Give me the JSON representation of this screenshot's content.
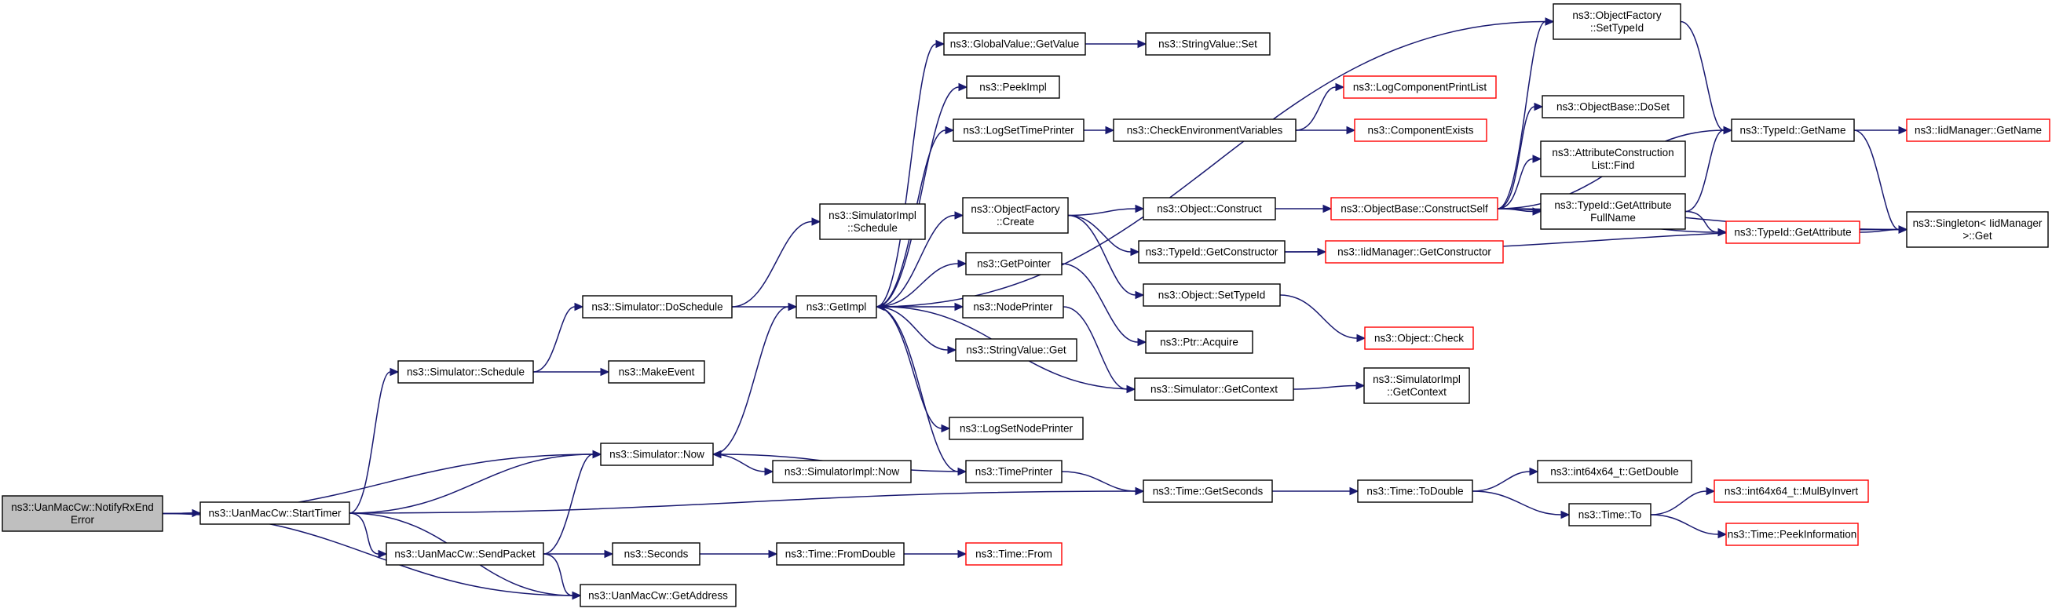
{
  "colors": {
    "edge": "#191970",
    "root_fill": "#bfbfbf",
    "truncated_border": "#ff0000",
    "node_border": "#000000"
  },
  "nodes": [
    {
      "id": "root",
      "lines": [
        "ns3::UanMacCw::NotifyRxEnd",
        "Error"
      ],
      "style": "root"
    },
    {
      "id": "starttimer",
      "lines": [
        "ns3::UanMacCw::StartTimer"
      ],
      "style": "normal"
    },
    {
      "id": "schedule",
      "lines": [
        "ns3::Simulator::Schedule"
      ],
      "style": "normal"
    },
    {
      "id": "now",
      "lines": [
        "ns3::Simulator::Now"
      ],
      "style": "normal"
    },
    {
      "id": "sendpacket",
      "lines": [
        "ns3::UanMacCw::SendPacket"
      ],
      "style": "normal"
    },
    {
      "id": "getaddress",
      "lines": [
        "ns3::UanMacCw::GetAddress"
      ],
      "style": "normal"
    },
    {
      "id": "doschedule",
      "lines": [
        "ns3::Simulator::DoSchedule"
      ],
      "style": "normal"
    },
    {
      "id": "makeevent",
      "lines": [
        "ns3::MakeEvent"
      ],
      "style": "normal"
    },
    {
      "id": "simimplnow",
      "lines": [
        "ns3::SimulatorImpl::Now"
      ],
      "style": "normal"
    },
    {
      "id": "seconds",
      "lines": [
        "ns3::Seconds"
      ],
      "style": "normal"
    },
    {
      "id": "simimplschedule",
      "lines": [
        "ns3::SimulatorImpl",
        "::Schedule"
      ],
      "style": "normal"
    },
    {
      "id": "getimpl",
      "lines": [
        "ns3::GetImpl"
      ],
      "style": "normal"
    },
    {
      "id": "fromdouble",
      "lines": [
        "ns3::Time::FromDouble"
      ],
      "style": "normal"
    },
    {
      "id": "timefrom",
      "lines": [
        "ns3::Time::From"
      ],
      "style": "truncated"
    },
    {
      "id": "gvgetvalue",
      "lines": [
        "ns3::GlobalValue::GetValue"
      ],
      "style": "normal"
    },
    {
      "id": "peekimpl",
      "lines": [
        "ns3::PeekImpl"
      ],
      "style": "normal"
    },
    {
      "id": "logsettimeprinter",
      "lines": [
        "ns3::LogSetTimePrinter"
      ],
      "style": "normal"
    },
    {
      "id": "ofcreate",
      "lines": [
        "ns3::ObjectFactory",
        "::Create"
      ],
      "style": "normal"
    },
    {
      "id": "getpointer",
      "lines": [
        "ns3::GetPointer"
      ],
      "style": "normal"
    },
    {
      "id": "nodeprinter",
      "lines": [
        "ns3::NodePrinter"
      ],
      "style": "normal"
    },
    {
      "id": "svget",
      "lines": [
        "ns3::StringValue::Get"
      ],
      "style": "normal"
    },
    {
      "id": "logsetnodeprinter",
      "lines": [
        "ns3::LogSetNodePrinter"
      ],
      "style": "normal"
    },
    {
      "id": "timeprinter",
      "lines": [
        "ns3::TimePrinter"
      ],
      "style": "normal"
    },
    {
      "id": "svset",
      "lines": [
        "ns3::StringValue::Set"
      ],
      "style": "normal"
    },
    {
      "id": "checkenv",
      "lines": [
        "ns3::CheckEnvironmentVariables"
      ],
      "style": "normal"
    },
    {
      "id": "objconstruct",
      "lines": [
        "ns3::Object::Construct"
      ],
      "style": "normal"
    },
    {
      "id": "tidgetconstructor",
      "lines": [
        "ns3::TypeId::GetConstructor"
      ],
      "style": "normal"
    },
    {
      "id": "objsettypeid",
      "lines": [
        "ns3::Object::SetTypeId"
      ],
      "style": "normal"
    },
    {
      "id": "ptracquire",
      "lines": [
        "ns3::Ptr::Acquire"
      ],
      "style": "normal"
    },
    {
      "id": "simgetcontext",
      "lines": [
        "ns3::Simulator::GetContext"
      ],
      "style": "normal"
    },
    {
      "id": "gettimeseconds",
      "lines": [
        "ns3::Time::GetSeconds"
      ],
      "style": "normal"
    },
    {
      "id": "logcomplist",
      "lines": [
        "ns3::LogComponentPrintList"
      ],
      "style": "truncated"
    },
    {
      "id": "compexists",
      "lines": [
        "ns3::ComponentExists"
      ],
      "style": "truncated"
    },
    {
      "id": "obconstructself",
      "lines": [
        "ns3::ObjectBase::ConstructSelf"
      ],
      "style": "truncated"
    },
    {
      "id": "iidgetconstructor",
      "lines": [
        "ns3::IidManager::GetConstructor"
      ],
      "style": "truncated"
    },
    {
      "id": "objcheck",
      "lines": [
        "ns3::Object::Check"
      ],
      "style": "truncated"
    },
    {
      "id": "simimplgetcontext",
      "lines": [
        "ns3::SimulatorImpl",
        "::GetContext"
      ],
      "style": "normal"
    },
    {
      "id": "todouble",
      "lines": [
        "ns3::Time::ToDouble"
      ],
      "style": "normal"
    },
    {
      "id": "ofsettypeid",
      "lines": [
        "ns3::ObjectFactory",
        "::SetTypeId"
      ],
      "style": "normal"
    },
    {
      "id": "obdoset",
      "lines": [
        "ns3::ObjectBase::DoSet"
      ],
      "style": "normal"
    },
    {
      "id": "aclfind",
      "lines": [
        "ns3::AttributeConstruction",
        "List::Find"
      ],
      "style": "normal"
    },
    {
      "id": "tidgetattrfullname",
      "lines": [
        "ns3::TypeId::GetAttribute",
        "FullName"
      ],
      "style": "normal"
    },
    {
      "id": "i64getdouble",
      "lines": [
        "ns3::int64x64_t::GetDouble"
      ],
      "style": "normal"
    },
    {
      "id": "timeto",
      "lines": [
        "ns3::Time::To"
      ],
      "style": "normal"
    },
    {
      "id": "tidgetname",
      "lines": [
        "ns3::TypeId::GetName"
      ],
      "style": "normal"
    },
    {
      "id": "tidgetattribute",
      "lines": [
        "ns3::TypeId::GetAttribute"
      ],
      "style": "truncated"
    },
    {
      "id": "i64mulbyinvert",
      "lines": [
        "ns3::int64x64_t::MulByInvert"
      ],
      "style": "truncated"
    },
    {
      "id": "peekinfo",
      "lines": [
        "ns3::Time::PeekInformation"
      ],
      "style": "truncated"
    },
    {
      "id": "iidgetname",
      "lines": [
        "ns3::IidManager::GetName"
      ],
      "style": "truncated"
    },
    {
      "id": "singletonget",
      "lines": [
        "ns3::Singleton< IidManager",
        ">::Get"
      ],
      "style": "normal"
    }
  ],
  "edges": [
    [
      "root",
      "starttimer"
    ],
    [
      "root",
      "now"
    ],
    [
      "root",
      "getaddress"
    ],
    [
      "starttimer",
      "schedule"
    ],
    [
      "starttimer",
      "now"
    ],
    [
      "starttimer",
      "sendpacket"
    ],
    [
      "starttimer",
      "getaddress"
    ],
    [
      "starttimer",
      "gettimeseconds"
    ],
    [
      "schedule",
      "doschedule"
    ],
    [
      "schedule",
      "makeevent"
    ],
    [
      "now",
      "getimpl"
    ],
    [
      "now",
      "simimplnow"
    ],
    [
      "sendpacket",
      "now"
    ],
    [
      "sendpacket",
      "getaddress"
    ],
    [
      "sendpacket",
      "seconds"
    ],
    [
      "doschedule",
      "simimplschedule"
    ],
    [
      "doschedule",
      "getimpl"
    ],
    [
      "seconds",
      "fromdouble"
    ],
    [
      "fromdouble",
      "timefrom"
    ],
    [
      "getimpl",
      "gvgetvalue"
    ],
    [
      "getimpl",
      "peekimpl"
    ],
    [
      "getimpl",
      "logsettimeprinter"
    ],
    [
      "getimpl",
      "ofcreate"
    ],
    [
      "getimpl",
      "getpointer"
    ],
    [
      "getimpl",
      "nodeprinter"
    ],
    [
      "getimpl",
      "svget"
    ],
    [
      "getimpl",
      "logsetnodeprinter"
    ],
    [
      "getimpl",
      "timeprinter"
    ],
    [
      "getimpl",
      "ofsettypeid"
    ],
    [
      "gvgetvalue",
      "svset"
    ],
    [
      "logsettimeprinter",
      "checkenv"
    ],
    [
      "checkenv",
      "logcomplist"
    ],
    [
      "checkenv",
      "compexists"
    ],
    [
      "ofcreate",
      "objconstruct"
    ],
    [
      "ofcreate",
      "tidgetconstructor"
    ],
    [
      "ofcreate",
      "objsettypeid"
    ],
    [
      "objconstruct",
      "obconstructself"
    ],
    [
      "tidgetconstructor",
      "iidgetconstructor"
    ],
    [
      "tidgetconstructor",
      "singletonget"
    ],
    [
      "objsettypeid",
      "objcheck"
    ],
    [
      "getpointer",
      "ptracquire"
    ],
    [
      "nodeprinter",
      "simgetcontext"
    ],
    [
      "simgetcontext",
      "getimpl"
    ],
    [
      "simgetcontext",
      "simimplgetcontext"
    ],
    [
      "timeprinter",
      "now"
    ],
    [
      "timeprinter",
      "gettimeseconds"
    ],
    [
      "gettimeseconds",
      "todouble"
    ],
    [
      "todouble",
      "i64getdouble"
    ],
    [
      "todouble",
      "timeto"
    ],
    [
      "timeto",
      "i64mulbyinvert"
    ],
    [
      "timeto",
      "peekinfo"
    ],
    [
      "obconstructself",
      "ofsettypeid"
    ],
    [
      "obconstructself",
      "obdoset"
    ],
    [
      "obconstructself",
      "aclfind"
    ],
    [
      "obconstructself",
      "tidgetattrfullname"
    ],
    [
      "obconstructself",
      "tidgetattribute"
    ],
    [
      "obconstructself",
      "tidgetname"
    ],
    [
      "obconstructself",
      "singletonget"
    ],
    [
      "ofsettypeid",
      "tidgetname"
    ],
    [
      "tidgetattrfullname",
      "tidgetname"
    ],
    [
      "tidgetattrfullname",
      "tidgetattribute"
    ],
    [
      "tidgetattribute",
      "singletonget"
    ],
    [
      "tidgetname",
      "iidgetname"
    ],
    [
      "tidgetname",
      "singletonget"
    ]
  ]
}
